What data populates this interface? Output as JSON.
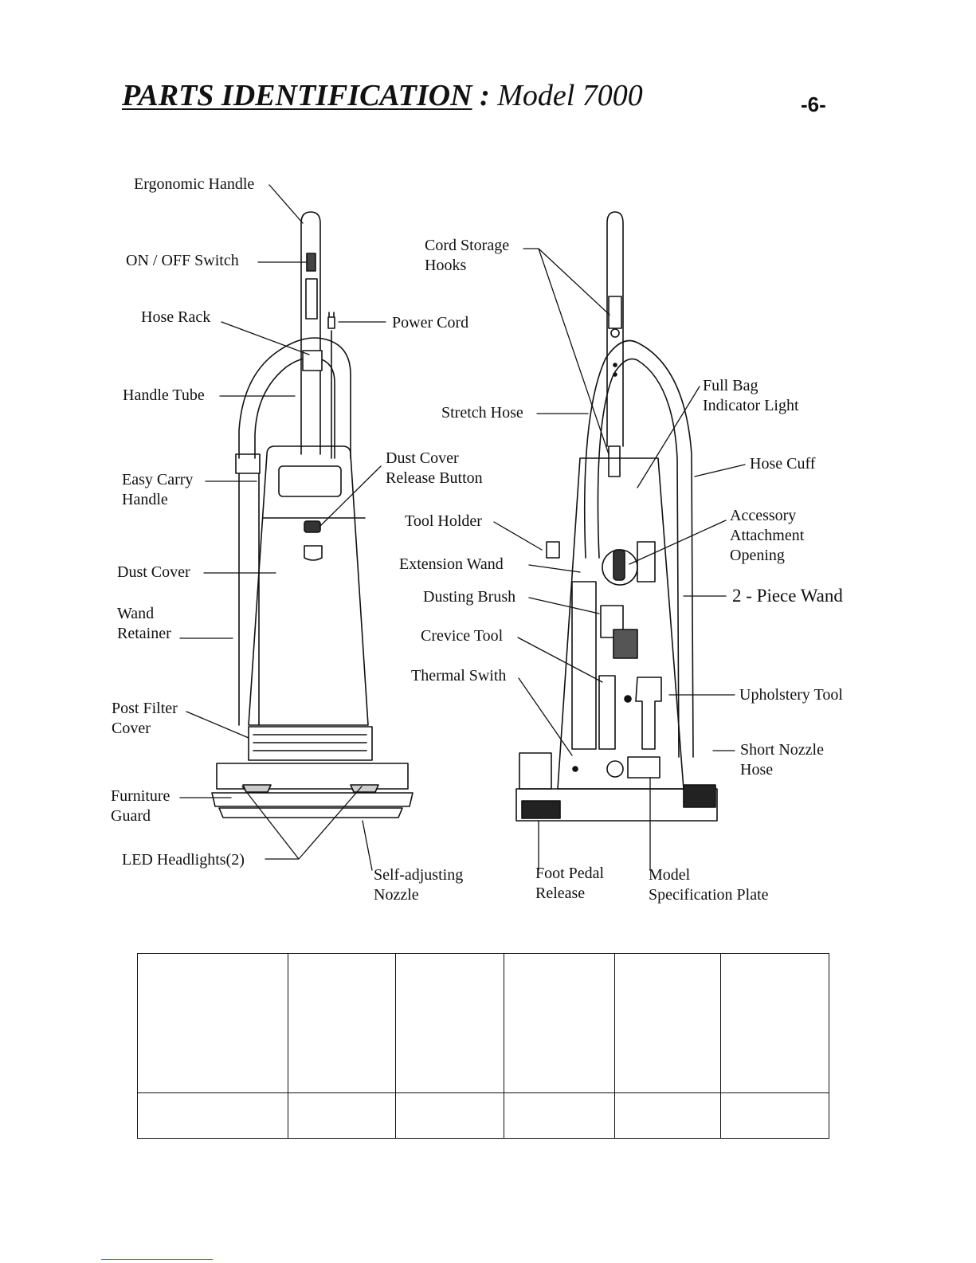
{
  "header": {
    "title": "PARTS IDENTIFICATION",
    "separator": ":",
    "model": "Model 7000",
    "page_number": "-6-"
  },
  "labels": {
    "ergonomic_handle": "Ergonomic Handle",
    "on_off_switch": "ON / OFF  Switch",
    "hose_rack": "Hose Rack",
    "power_cord": "Power Cord",
    "handle_tube": "Handle Tube",
    "easy_carry_1": "Easy Carry",
    "easy_carry_2": "Handle",
    "dust_cover_release_1": "Dust Cover",
    "dust_cover_release_2": "Release Button",
    "dust_cover": "Dust Cover",
    "wand_retainer_1": "Wand",
    "wand_retainer_2": "Retainer",
    "post_filter_1": "Post Filter",
    "post_filter_2": "Cover",
    "furniture_guard_1": "Furniture",
    "furniture_guard_2": "Guard",
    "led_headlights": "LED Headlights(2)",
    "self_adjusting_1": "Self-adjusting",
    "self_adjusting_2": "Nozzle",
    "cord_storage_1": "Cord Storage",
    "cord_storage_2": "Hooks",
    "stretch_hose": "Stretch Hose",
    "full_bag_1": "Full Bag",
    "full_bag_2": "Indicator Light",
    "hose_cuff": "Hose Cuff",
    "tool_holder": "Tool Holder",
    "extension_wand": "Extension Wand",
    "accessory_1": "Accessory",
    "accessory_2": "Attachment",
    "accessory_3": "Opening",
    "dusting_brush": "Dusting Brush",
    "two_piece_wand": "2 - Piece Wand",
    "crevice_tool": "Crevice Tool",
    "thermal_switch": "Thermal Swith",
    "upholstery_tool": "Upholstery Tool",
    "short_nozzle_1": "Short Nozzle",
    "short_nozzle_2": "Hose",
    "foot_pedal_1": "Foot Pedal",
    "foot_pedal_2": "Release",
    "model_spec_1": "Model",
    "model_spec_2": "Specification Plate"
  },
  "table": {
    "rows": [
      [
        "",
        "",
        "",
        "",
        "",
        ""
      ],
      [
        "",
        "",
        "",
        "",
        "",
        ""
      ]
    ]
  }
}
